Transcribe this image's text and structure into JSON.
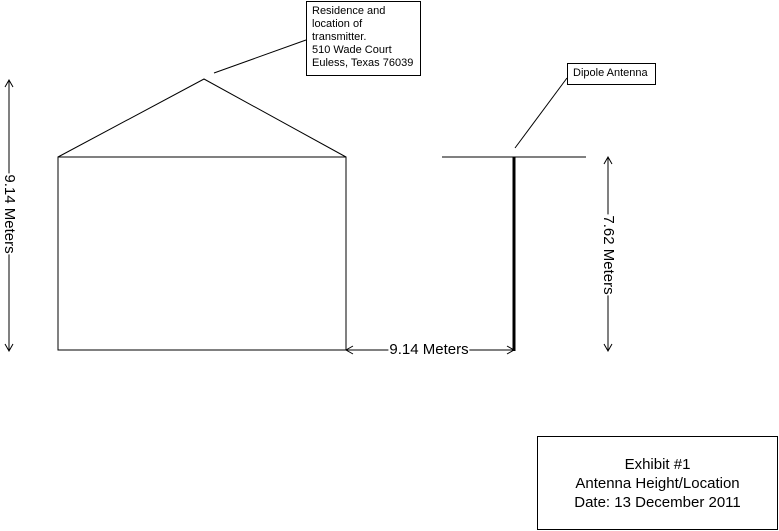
{
  "residence_callout": {
    "lines": [
      "Residence and",
      "location of",
      "transmitter.",
      "510 Wade Court",
      "Euless, Texas 76039"
    ]
  },
  "antenna_callout": {
    "label": "Dipole Antenna"
  },
  "dimensions": {
    "house_height": "9.14 Meters",
    "antenna_height": "7.62 Meters",
    "horizontal_distance": "9.14 Meters"
  },
  "exhibit": {
    "title": "Exhibit #1",
    "subtitle": "Antenna Height/Location",
    "date": "Date: 13 December 2011"
  }
}
